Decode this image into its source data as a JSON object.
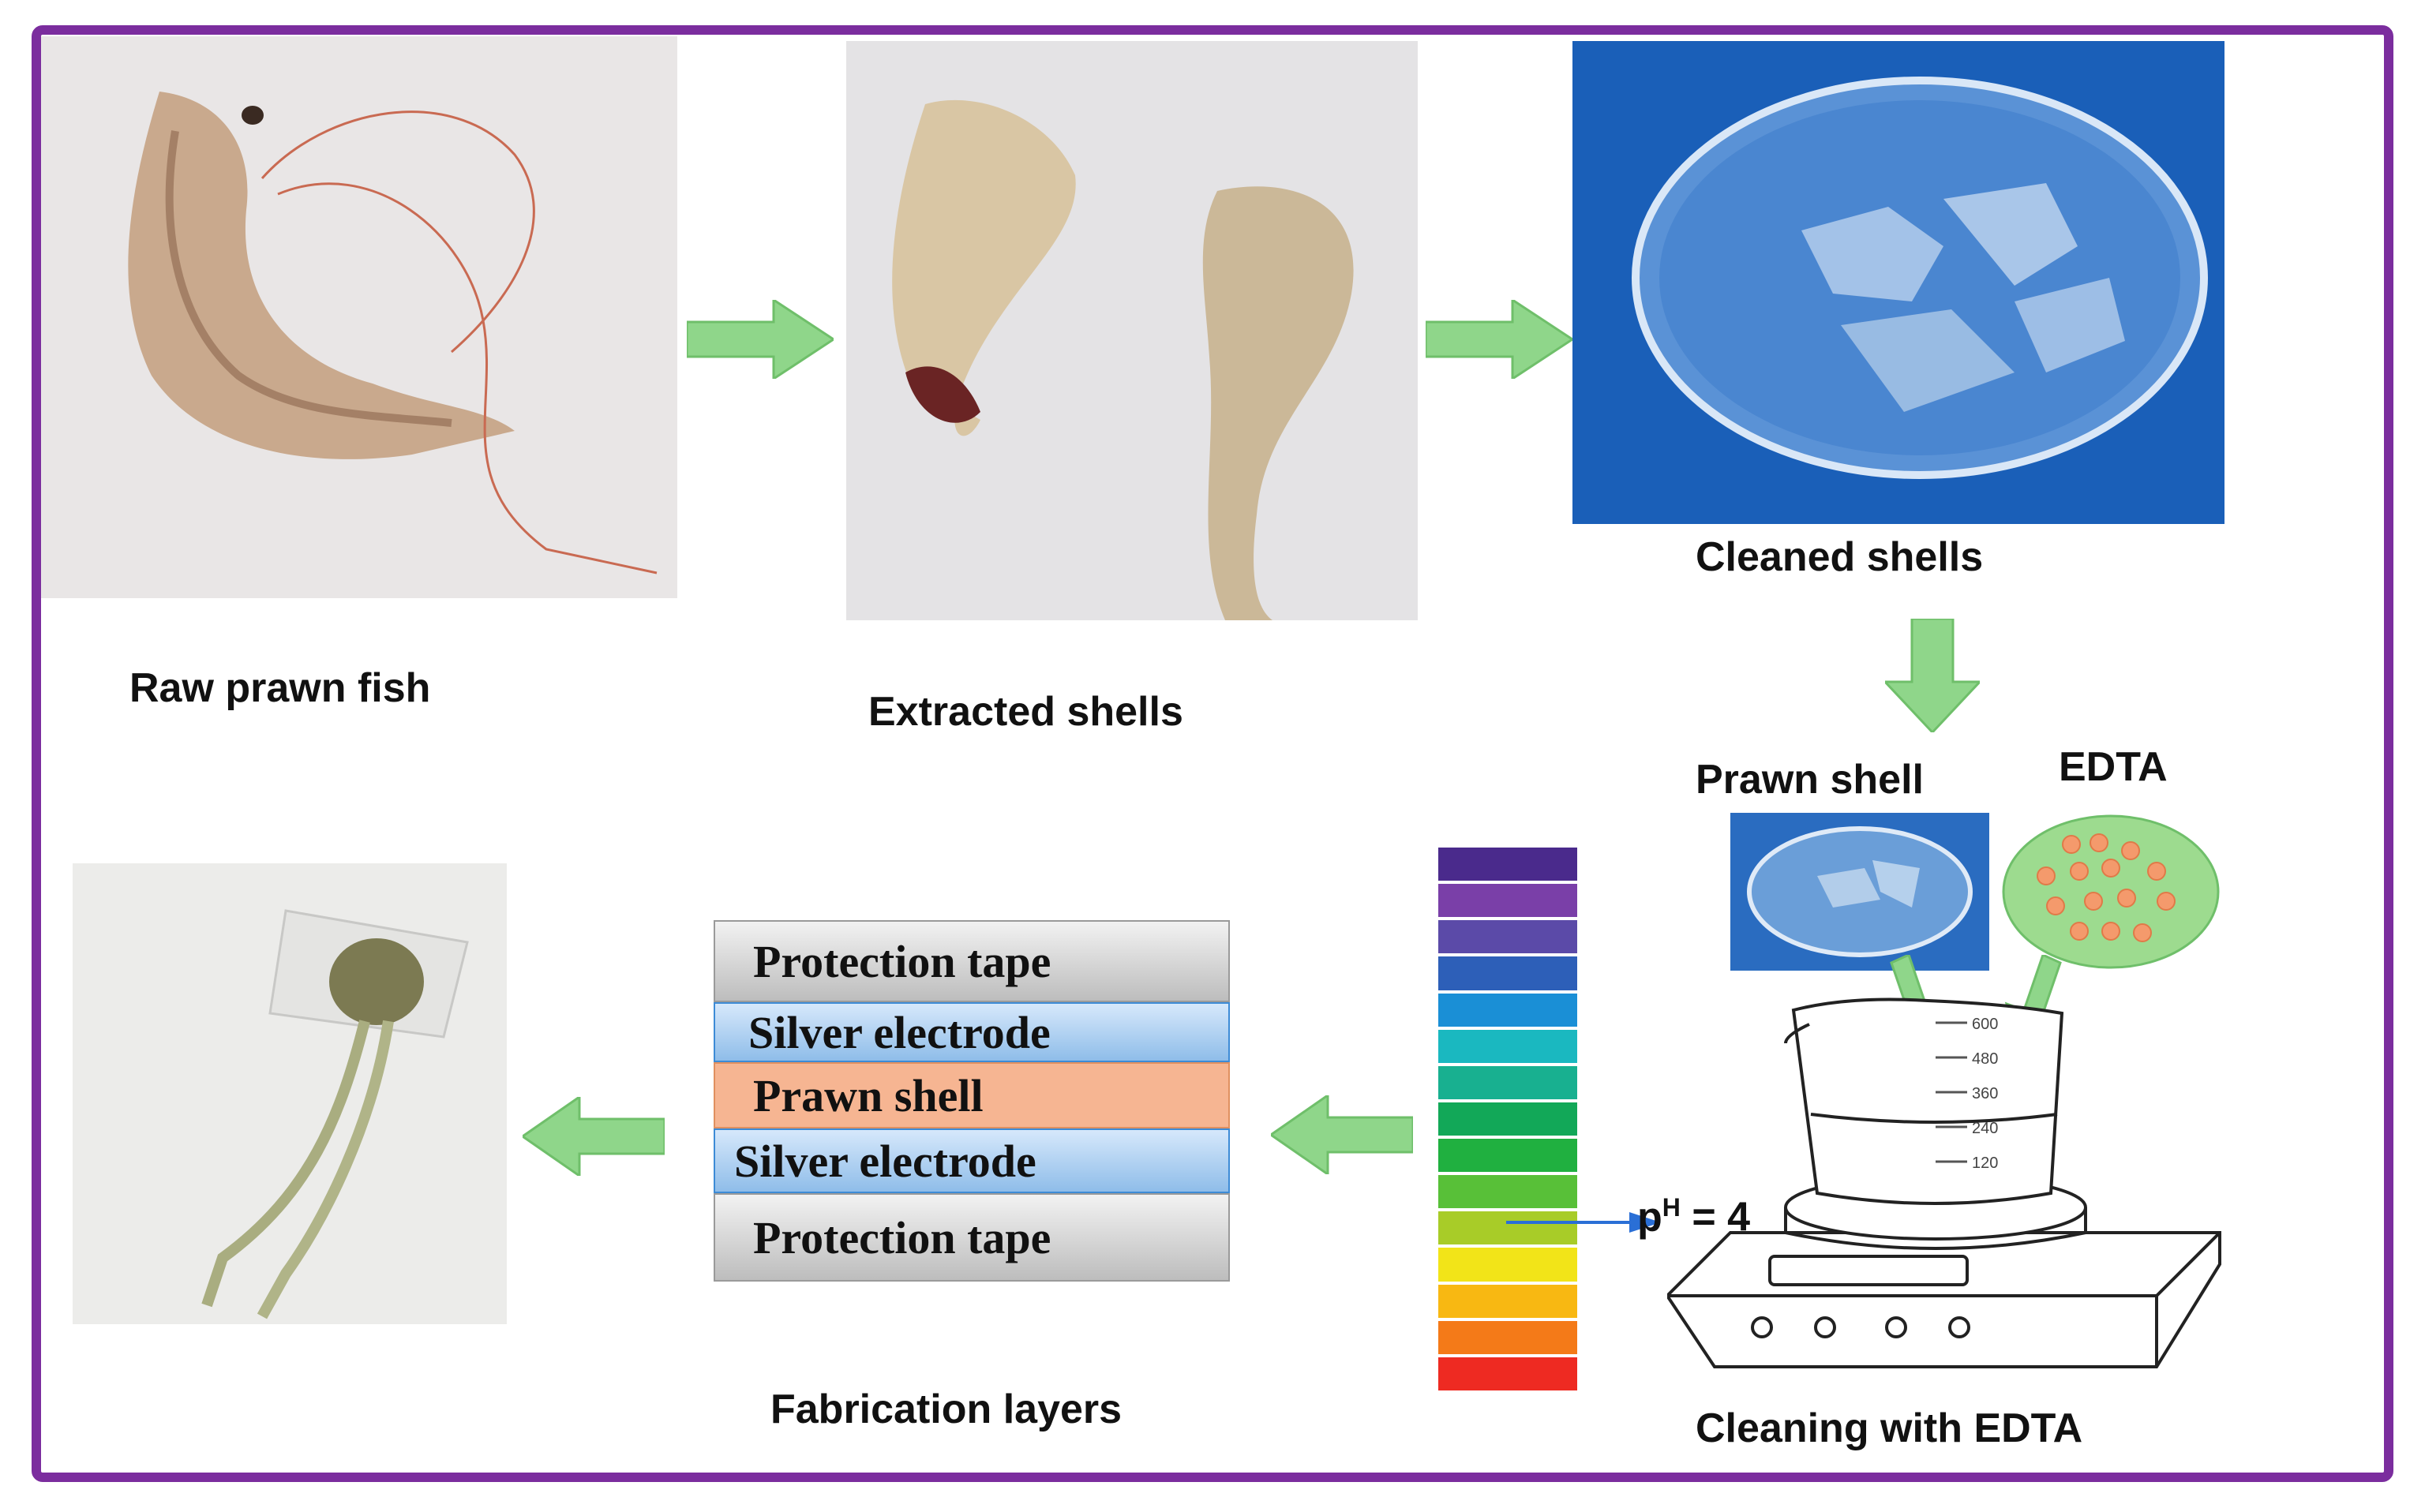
{
  "captions": {
    "raw": "Raw prawn fish",
    "extracted": "Extracted shells",
    "cleaned": "Cleaned shells",
    "prawn_shell": "Prawn shell",
    "edta": "EDTA",
    "fabrication": "Fabrication layers",
    "cleaning": "Cleaning with EDTA"
  },
  "layers": [
    "Protection tape",
    "Silver electrode",
    "Prawn shell",
    "Silver electrode",
    "Protection tape"
  ],
  "ph": {
    "symbol": "p",
    "superscript": "H",
    "value": " = 4"
  },
  "beaker_marks": [
    "600",
    "480",
    "360",
    "240",
    "120"
  ],
  "colors": {
    "frame": "#7b2d9e",
    "arrow": "#8fd68a",
    "ph_arrow": "#2a6fd6",
    "edta_circle": "#9ddb8f",
    "edta_dots": "#f49a6c",
    "ph_scale": [
      "#4a2a8c",
      "#7a3fa8",
      "#5b4aa8",
      "#2d5fb8",
      "#1a8fd6",
      "#1ab8c0",
      "#18b090",
      "#12a858",
      "#20b040",
      "#58c038",
      "#a8cc28",
      "#f2e418",
      "#f8b812",
      "#f47a18",
      "#ee2a22"
    ]
  }
}
